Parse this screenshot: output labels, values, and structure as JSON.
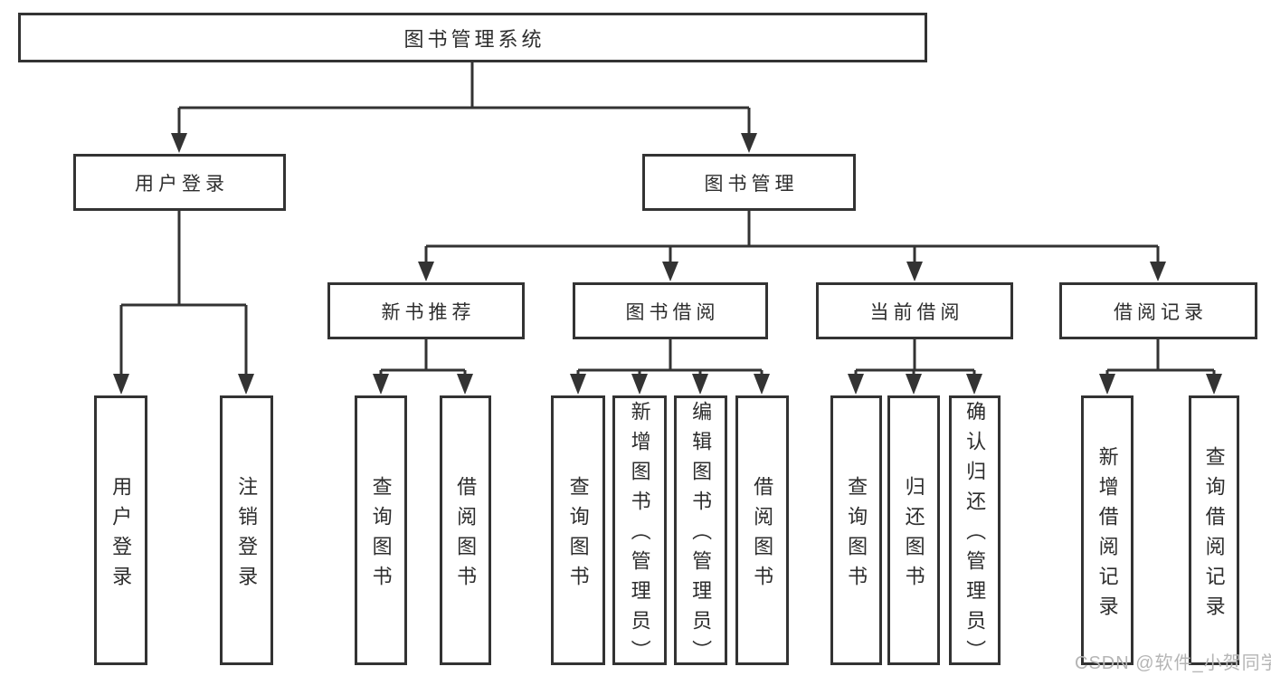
{
  "diagram": {
    "root": {
      "label": "图书管理系统"
    },
    "level2": [
      {
        "label": "用户登录"
      },
      {
        "label": "图书管理"
      }
    ],
    "level3": [
      {
        "label": "新书推荐"
      },
      {
        "label": "图书借阅"
      },
      {
        "label": "当前借阅"
      },
      {
        "label": "借阅记录"
      }
    ],
    "leaves": [
      {
        "label": "用户登录"
      },
      {
        "label": "注销登录"
      },
      {
        "label": "查询图书"
      },
      {
        "label": "借阅图书"
      },
      {
        "label": "查询图书"
      },
      {
        "label": "新增图书（管理员）"
      },
      {
        "label": "编辑图书（管理员）"
      },
      {
        "label": "借阅图书"
      },
      {
        "label": "查询图书"
      },
      {
        "label": "归还图书"
      },
      {
        "label": "确认归还（管理员）"
      },
      {
        "label": "新增借阅记录"
      },
      {
        "label": "查询借阅记录"
      }
    ],
    "watermark": "CSDN @软件_小贺同学",
    "colors": {
      "line": "#333333",
      "text": "#2d2d2d",
      "watermark": "#b5b5b5",
      "background": "#ffffff"
    }
  }
}
